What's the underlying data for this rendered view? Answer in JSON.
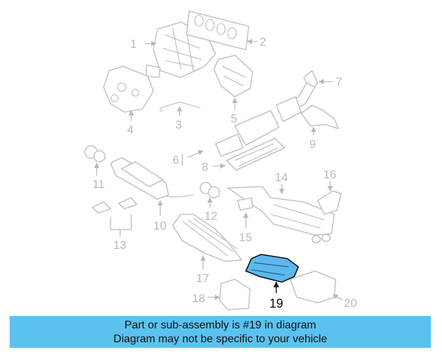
{
  "diagram": {
    "highlight_part": "19",
    "highlight_color": "#5bb8ee",
    "parts": [
      "1",
      "2",
      "3",
      "4",
      "5",
      "6",
      "7",
      "8",
      "9",
      "10",
      "11",
      "12",
      "13",
      "14",
      "15",
      "16",
      "17",
      "18",
      "19",
      "20"
    ]
  },
  "banner": {
    "line1": "Part or sub-assembly is #19 in diagram",
    "line2": "Diagram may not be specific to your vehicle",
    "background": "#5bc2f0"
  }
}
